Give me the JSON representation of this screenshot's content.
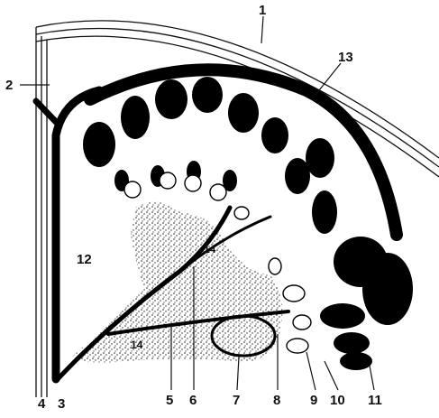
{
  "figure": {
    "labels": {
      "l1": "1",
      "l2": "2",
      "l3": "3",
      "l4": "4",
      "l5": "5",
      "l6": "6",
      "l7": "7",
      "l8": "8",
      "l9": "9",
      "l10": "10",
      "l11": "11",
      "l12": "12",
      "l13": "13",
      "l14a": "14",
      "l14b": "14"
    }
  },
  "colors": {
    "ink": "#111111",
    "stipple": "#222222",
    "background": "#ffffff"
  }
}
